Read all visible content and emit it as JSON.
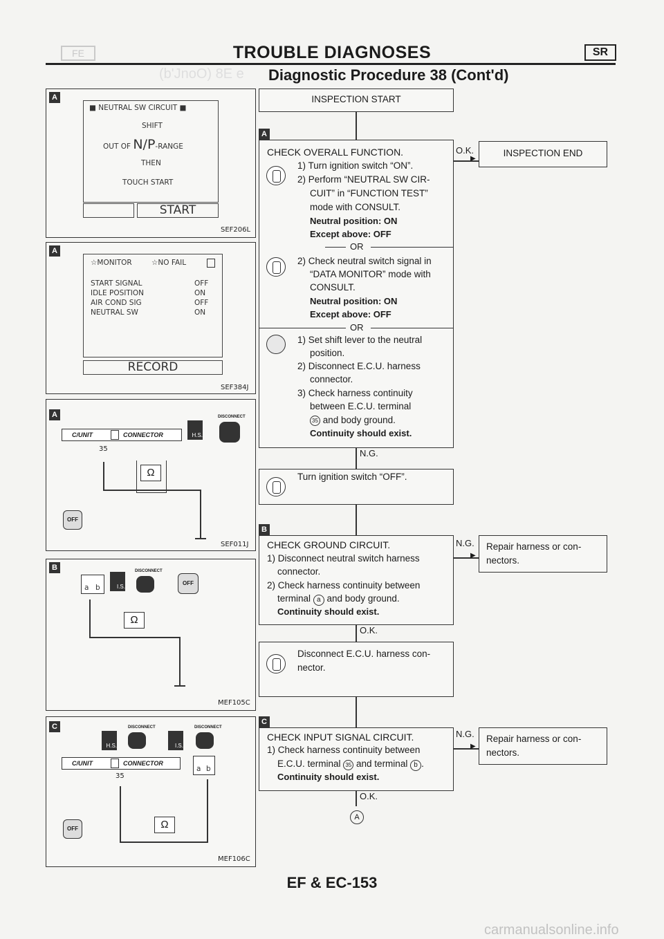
{
  "header": {
    "left_badge": "FE",
    "title": "TROUBLE DIAGNOSES",
    "right_badge": "SR",
    "subtitle": "Diagnostic Procedure 38 (Cont'd)",
    "ghost_subtitle": "(b'JnoO) 8E e"
  },
  "tags": {
    "a": "A",
    "b": "B",
    "c": "C"
  },
  "panel1": {
    "screen_title": "NEUTRAL SW CIRCUIT",
    "line1": "SHIFT",
    "line2a": "OUT OF ",
    "line2b": "N/P",
    "line2c": "-RANGE",
    "line3": "THEN",
    "line4": "TOUCH START",
    "button": "START",
    "ref": "SEF206L"
  },
  "panel2": {
    "monitor": "☆MONITOR",
    "nofail": "☆NO FAIL",
    "rows": [
      {
        "label": "START SIGNAL",
        "value": "OFF"
      },
      {
        "label": "IDLE POSITION",
        "value": "ON"
      },
      {
        "label": "AIR COND SIG",
        "value": "OFF"
      },
      {
        "label": "NEUTRAL SW",
        "value": "ON"
      }
    ],
    "button": "RECORD",
    "ref": "SEF384J"
  },
  "panel3": {
    "cunit": "C/UNIT",
    "connector": "CONNECTOR",
    "disconnect": "DISCONNECT",
    "pin": "35",
    "hs": "H.S.",
    "ohm": "Ω",
    "off": "OFF",
    "ref": "SEF011J"
  },
  "panel4": {
    "disconnect": "DISCONNECT",
    "term_a": "a",
    "term_b": "b",
    "ohm": "Ω",
    "is": "I.S.",
    "off": "OFF",
    "ref": "MEF105C"
  },
  "panel5": {
    "cunit": "C/UNIT",
    "connector": "CONNECTOR",
    "disconnect1": "DISCONNECT",
    "disconnect2": "DISCONNECT",
    "pin": "35",
    "hs": "H.S.",
    "is": "I.S.",
    "term_a": "a",
    "term_b": "b",
    "ohm": "Ω",
    "off": "OFF",
    "ref": "MEF106C"
  },
  "flow": {
    "start": "INSPECTION START",
    "check1": {
      "title": "CHECK OVERALL FUNCTION.",
      "s1": "1) Turn ignition switch “ON”.",
      "s2a": "2) Perform “NEUTRAL SW CIR-",
      "s2b": "CUIT” in “FUNCTION TEST”",
      "s2c": "mode with CONSULT.",
      "b1": "Neutral position: ON",
      "b2": "Except above: OFF"
    },
    "or": "OR",
    "check1b": {
      "s1": "2) Check neutral switch signal in",
      "s2": "“DATA MONITOR” mode with",
      "s3": "CONSULT.",
      "b1": "Neutral position: ON",
      "b2": "Except above: OFF"
    },
    "check1c": {
      "s1": "1) Set shift lever to the neutral",
      "s1b": "position.",
      "s2": "2) Disconnect E.C.U. harness",
      "s2b": "connector.",
      "s3": "3) Check harness continuity",
      "s3b": "between E.C.U. terminal",
      "s3c": "and body ground.",
      "s3c_term": "35",
      "b1": "Continuity should exist."
    },
    "ok": "O.K.",
    "ng": "N.G.",
    "end": "INSPECTION END",
    "turn_off": "Turn ignition switch “OFF”.",
    "check2": {
      "title": "CHECK GROUND CIRCUIT.",
      "s1": "1) Disconnect neutral switch harness",
      "s1b": "connector.",
      "s2": "2) Check harness continuity between",
      "s2b1": "terminal ",
      "s2b_term": "a",
      "s2b2": " and body ground.",
      "b1": "Continuity should exist."
    },
    "repair": "Repair harness or con-",
    "repair2": "nectors.",
    "disconnect": {
      "s1": "Disconnect E.C.U. harness con-",
      "s2": "nector."
    },
    "check3": {
      "title": "CHECK INPUT SIGNAL CIRCUIT.",
      "s1": "1) Check harness continuity between",
      "s2a": "E.C.U. terminal ",
      "s2_t1": "35",
      "s2b": " and terminal ",
      "s2_t2": "b",
      "s2c": ".",
      "b1": "Continuity should exist."
    },
    "next": "A"
  },
  "footer": "EF & EC-153",
  "watermark": "carmanualsonline.info"
}
